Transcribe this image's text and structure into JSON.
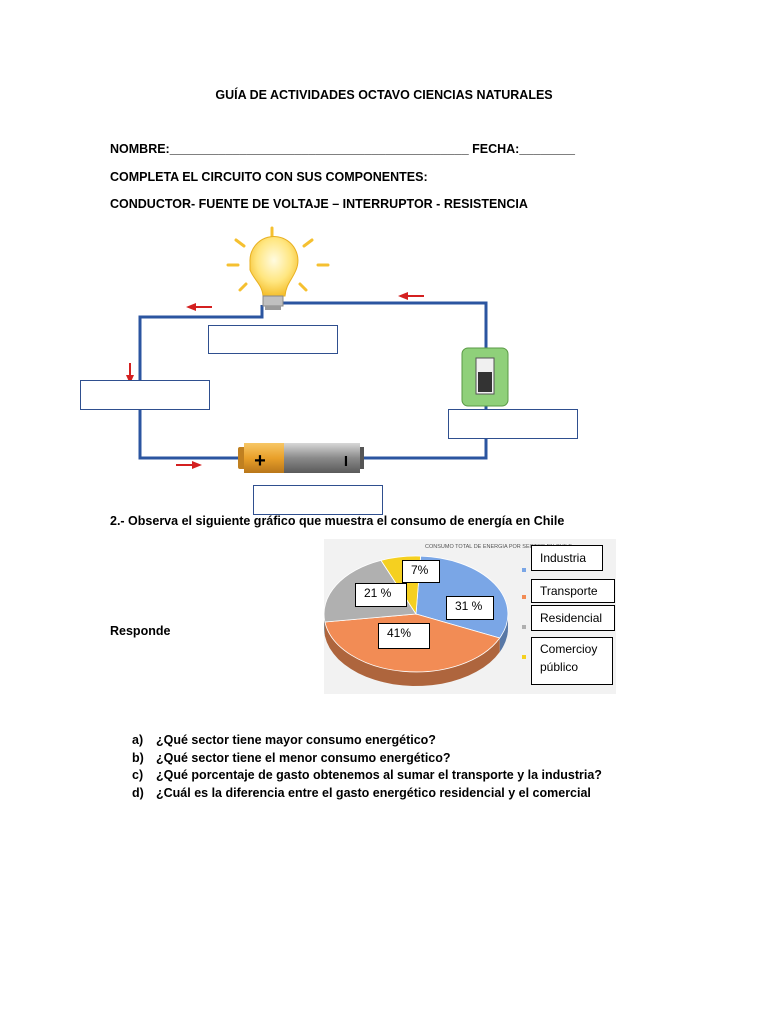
{
  "title": "GUÍA DE ACTIVIDADES OCTAVO CIENCIAS NATURALES",
  "header_line": "NOMBRE:___________________________________________ FECHA:________",
  "instruction": "COMPLETA EL CIRCUITO CON SUS COMPONENTES:",
  "components": "CONDUCTOR- FUENTE DE VOLTAJE – INTERRUPTOR - RESISTENCIA",
  "battery": {
    "plus": "+",
    "minus": "I"
  },
  "question2": "2.- Observa el siguiente gráfico que muestra el consumo de energía  en Chile",
  "responde": "Responde",
  "colors": {
    "wire": "#2b55a0",
    "arrow": "#d42020",
    "industria": "#7aa6e6",
    "transporte": "#f28c55",
    "residencial": "#b0b0b0",
    "comercio": "#f5d020"
  },
  "chart_data": {
    "type": "pie",
    "title": "CONSUMO TOTAL DE ENERGIA POR SECTOR EN CHILE",
    "labels": [
      "Industria",
      "Transporte",
      "Residencial",
      "Comercioy público"
    ],
    "value_labels": [
      "31 %",
      "41%",
      "21 %",
      "7%"
    ],
    "values": [
      31,
      41,
      21,
      7
    ],
    "colors": [
      "#7aa6e6",
      "#f28c55",
      "#b0b0b0",
      "#f5d020"
    ],
    "legend": "right"
  },
  "questions": [
    {
      "marker": "a)",
      "text": "¿Qué sector tiene mayor consumo energético?"
    },
    {
      "marker": "b)",
      "text": "¿Qué sector tiene el menor consumo energético?"
    },
    {
      "marker": "c)",
      "text": "¿Qué porcentaje de gasto obtenemos al sumar el transporte y la industria?"
    },
    {
      "marker": "d)",
      "text": "¿Cuál es la diferencia entre el gasto energético residencial y el comercial"
    }
  ]
}
